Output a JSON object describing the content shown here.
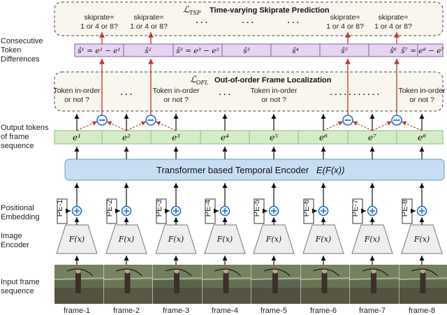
{
  "left_labels": {
    "consecutive": [
      "Consecutive",
      "Token",
      "Differences"
    ],
    "output_tokens": [
      "Output tokens",
      "of frame",
      "sequence"
    ],
    "positional": [
      "Positional",
      "Embedding"
    ],
    "image_encoder": [
      "Image",
      "Encoder"
    ],
    "input_frame": [
      "Input frame",
      "sequence"
    ]
  },
  "tsp": {
    "loss": "ℒ",
    "loss_sub": "TSP",
    "title": "Time-varying Skiprate Prediction",
    "q_line1": "skiprate=",
    "q_line2": "1 or 4 or 8?",
    "dots": "· · ·"
  },
  "diff_tokens": [
    "ŝ¹ = e² − e¹",
    "ŝ²",
    "ŝ³ = e³ − e²",
    "ŝ³",
    "ŝ⁴",
    "ŝ⁵",
    "ŝ⁶",
    "ŝ⁷ = e⁸ − e⁷"
  ],
  "ofl": {
    "loss": "ℒ",
    "loss_sub": "OFL",
    "title": "Out-of-order Frame Localization",
    "q_line1": "Token in-order",
    "q_line2": "or not ?",
    "dots_short": "· · ·",
    "dots_long": "· · · · · · · · · · ·"
  },
  "tokens": [
    "e¹",
    "e²",
    "e³",
    "e⁴",
    "e⁵",
    "e⁶",
    "e⁷",
    "e⁸"
  ],
  "encoder_label": "Transformer based Temporal Encoder",
  "encoder_expr": "E(F(x))",
  "pe_labels": [
    "PE-1",
    "PE-2",
    "PE-3",
    "PE-4",
    "PE-5",
    "PE-6",
    "PE-7",
    "PE-8"
  ],
  "fx_label": "F(x)",
  "frames": [
    "frame-1",
    "frame-2",
    "frame-3",
    "frame-4",
    "frame-5",
    "frame-6",
    "frame-7",
    "frame-8"
  ],
  "colors": {
    "token_fill": "#d5ebc8",
    "token_stroke": "#8fbf75",
    "diff_fill": "#e6d5f0",
    "diff_stroke": "#8a5aa8",
    "encoder_fill": "#c7ddf2",
    "encoder_stroke": "#6f98c6",
    "plus_blue": "#1f6fd1",
    "red": "#c0392b",
    "dashed_box_fill": "#f8f6ee"
  }
}
